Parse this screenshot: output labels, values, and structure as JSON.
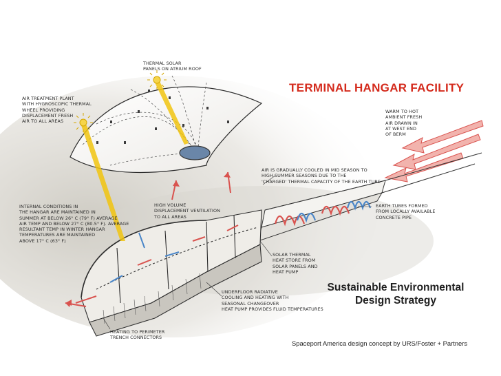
{
  "title": "TERMINAL HANGAR FACILITY",
  "subtitle": "Sustainable Environmental\nDesign Strategy",
  "credit": "Spaceport America design concept by URS/Foster + Partners",
  "colors": {
    "title_red": "#d42a1c",
    "warm_air": "#e8706a",
    "cool_air": "#4a86c8",
    "sun_yellow": "#f1c40f",
    "ink": "#2b2b2b"
  },
  "labels": {
    "thermal_solar": "THERMAL SOLAR\nPANELS ON ATRIUM ROOF",
    "air_treatment": "AIR TREATMENT PLANT\nWITH HYGROSCOPIC THERMAL\nWHEEL PROVIDING\nDISPLACEMENT FRESH\nAIR TO ALL AREAS",
    "warm_air": "WARM TO HOT\nAMBIENT FRESH\nAIR DRAWN IN\nAT WEST END\nOF BERM",
    "cooled_air": "AIR IS GRADUALLY COOLED IN MID SEASON TO\nHIGH SUMMER SEASONS DUE TO THE\n'CHARGED' THERMAL CAPACITY OF THE EARTH TUBE",
    "earth_tubes": "EARTH TUBES FORMED\nFROM LOCALLY AVAILABLE\nCONCRETE PIPE",
    "internal_conditions": "INTERNAL CONDITIONS IN\nTHE HANGAR ARE MAINTAINED IN\nSUMMER AT BELOW 26° C (79° F) AVERAGE\nAIR TEMP AND  BELOW 27° C (80.5° F). AVERAGE\nRESULTANT TEMP IN WINTER HANGAR\nTEMPERATURES ARE MAINTAINED\nABOVE 17° C (63° F)",
    "high_volume": "HIGH VOLUME\nDISPLACEMENT VENTILATION\nTO ALL AREAS",
    "solar_thermal": "SOLAR THERMAL\nHEAT STORE FROM\nSOLAR PANELS AND\nHEAT PUMP",
    "underfloor": "UNDERFLOOR RADIATIVE\nCOOLING AND HEATING WITH\nSEASONAL CHANGEOVER\nHEAT PUMP PROVIDES FLUID TEMPERATURES",
    "heating_perimeter": "HEATING TO PERIMETER\nTRENCH CONNECTORS"
  }
}
